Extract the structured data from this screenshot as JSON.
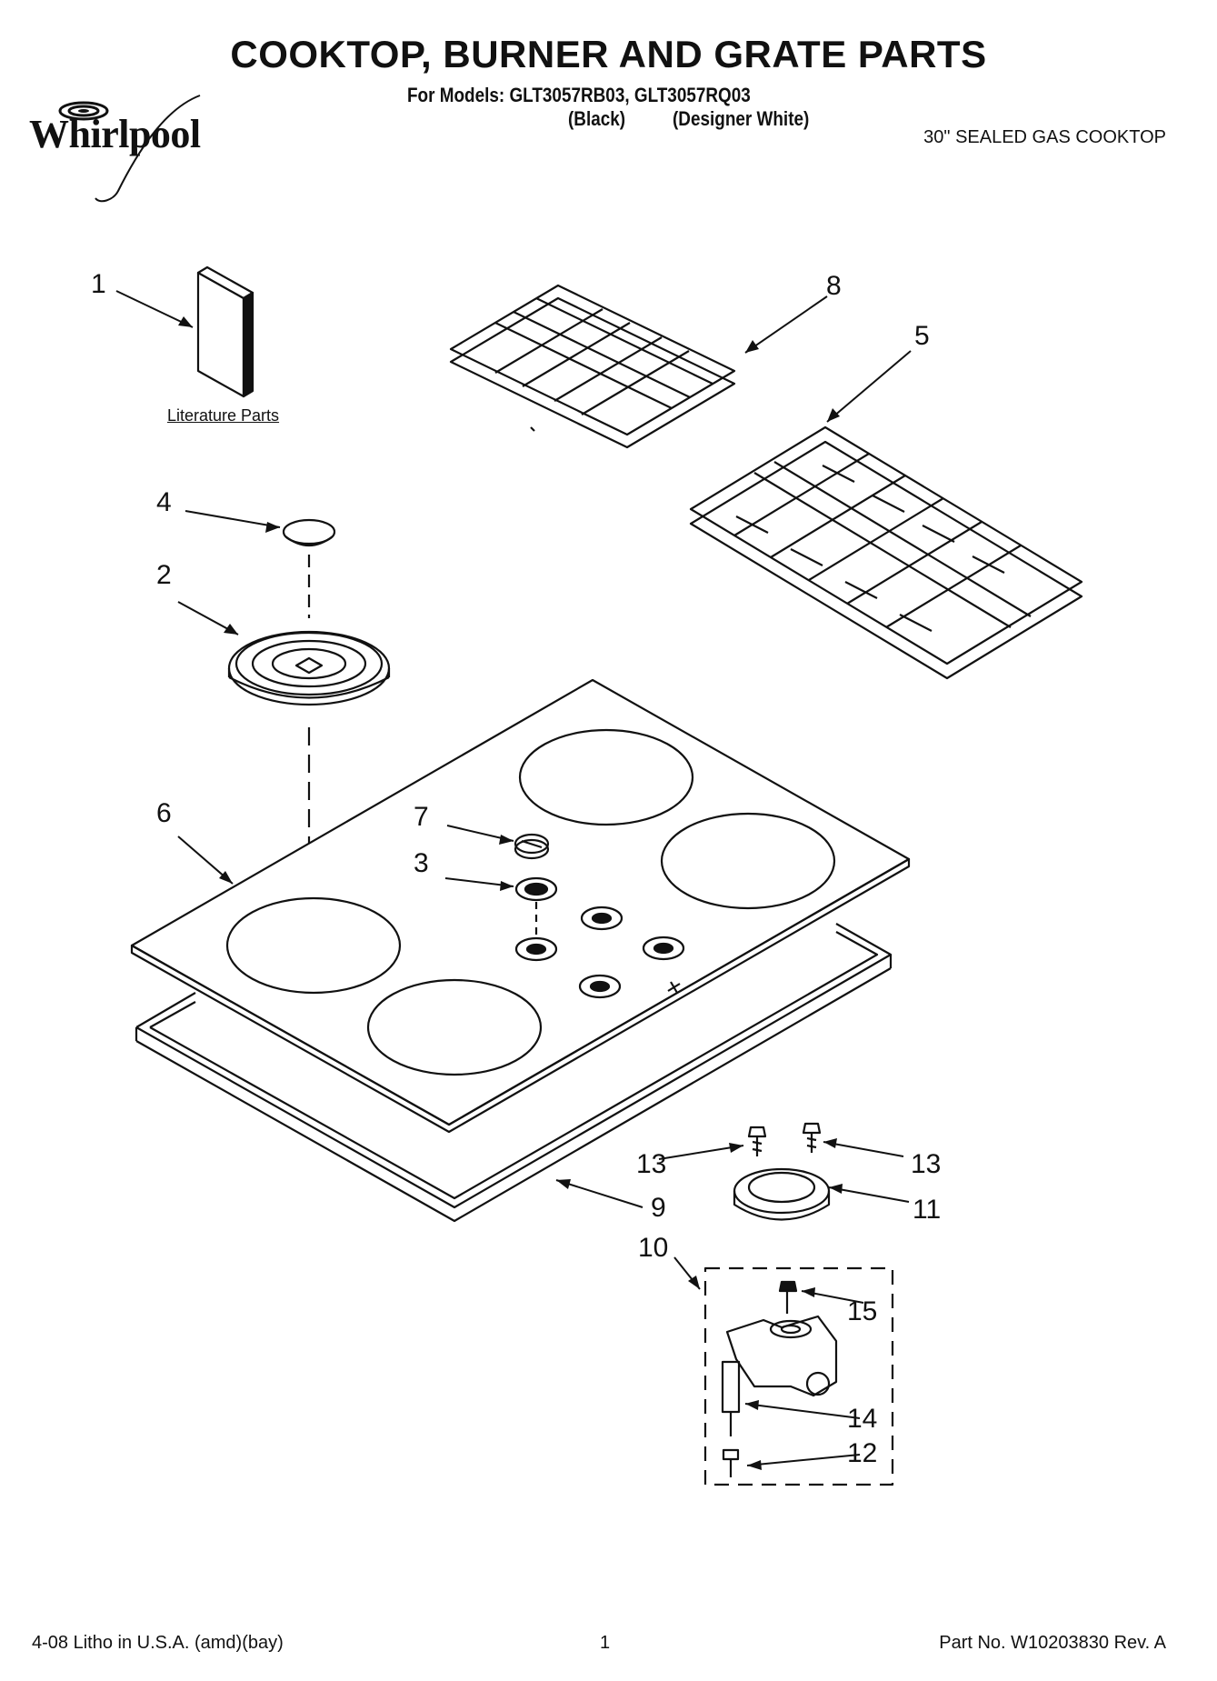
{
  "header": {
    "title": "COOKTOP, BURNER AND GRATE PARTS",
    "models_line": "For Models: GLT3057RB03, GLT3057RQ03",
    "color_black": "(Black)",
    "color_white": "(Designer White)",
    "product": "30\" SEALED GAS COOKTOP",
    "brand": "Whirlpool"
  },
  "labels": {
    "literature_parts": "Literature Parts"
  },
  "callouts": {
    "c1": "1",
    "c2": "2",
    "c3": "3",
    "c4": "4",
    "c5": "5",
    "c6": "6",
    "c7": "7",
    "c8": "8",
    "c9": "9",
    "c10": "10",
    "c11": "11",
    "c12": "12",
    "c13a": "13",
    "c13b": "13",
    "c14": "14",
    "c15": "15"
  },
  "footer": {
    "litho": "4-08 Litho in U.S.A. (amd)(bay)",
    "page": "1",
    "part_no": "Part No. W10203830 Rev. A"
  }
}
